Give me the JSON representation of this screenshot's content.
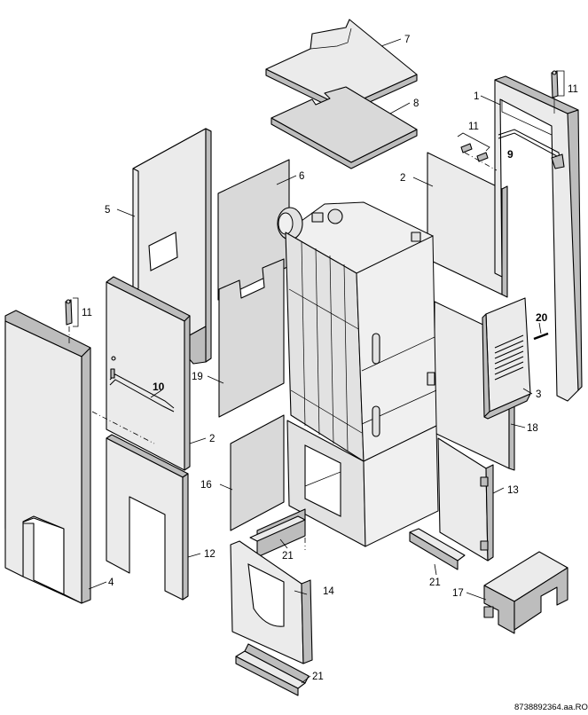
{
  "diagram": {
    "callouts": {
      "c1": "1",
      "c2a": "2",
      "c2b": "2",
      "c3": "3",
      "c4": "4",
      "c5": "5",
      "c6": "6",
      "c7": "7",
      "c8": "8",
      "c9": "9",
      "c10": "10",
      "c11a": "11",
      "c11b": "11",
      "c11c": "11",
      "c12": "12",
      "c13": "13",
      "c14": "14",
      "c16": "16",
      "c17": "17",
      "c18": "18",
      "c19": "19",
      "c20": "20",
      "c21a": "21",
      "c21b": "21",
      "c21c": "21"
    },
    "drawing_number": "8738892364.aa.RO"
  }
}
